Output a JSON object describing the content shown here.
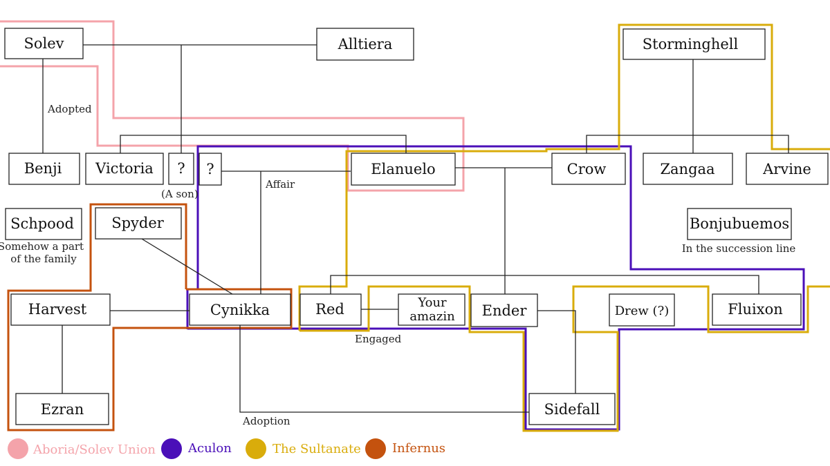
{
  "people": {
    "solev": "Solev",
    "alltiera": "Alltiera",
    "storminghell": "Storminghell",
    "benji": "Benji",
    "victoria": "Victoria",
    "unknown_son": "?",
    "unknown_affair": "?",
    "elanuelo": "Elanuelo",
    "crow": "Crow",
    "zangaa": "Zangaa",
    "arvine": "Arvine",
    "schpood": "Schpood",
    "spyder": "Spyder",
    "bonjubuemos": "Bonjubuemos",
    "harvest": "Harvest",
    "cynikka": "Cynikka",
    "red": "Red",
    "your_amazin_1": "Your",
    "your_amazin_2": "amazin",
    "ender": "Ender",
    "drew": "Drew (?)",
    "fluixon": "Fluixon",
    "ezran": "Ezran",
    "sidefall": "Sidefall"
  },
  "captions": {
    "adopted": "Adopted",
    "a_son": "(A son)",
    "affair": "Affair",
    "schpood_note_1": "Somehow a part",
    "schpood_note_2": "of the family",
    "succession": "In the succession line",
    "engaged": "Engaged",
    "adoption": "Adoption"
  },
  "legend": [
    {
      "label": "Aboria/Solev Union",
      "color": "#f4a3aa"
    },
    {
      "label": "Aculon",
      "color": "#4a0fb8"
    },
    {
      "label": "The Sultanate",
      "color": "#d9ac0b"
    },
    {
      "label": "Infernus",
      "color": "#c4520e"
    }
  ],
  "colors": {
    "affair": "#c0100f",
    "union": "#f4a3aa",
    "aculon": "#4a0fb8",
    "sultanate": "#d9ac0b",
    "infernus": "#c4520e"
  }
}
